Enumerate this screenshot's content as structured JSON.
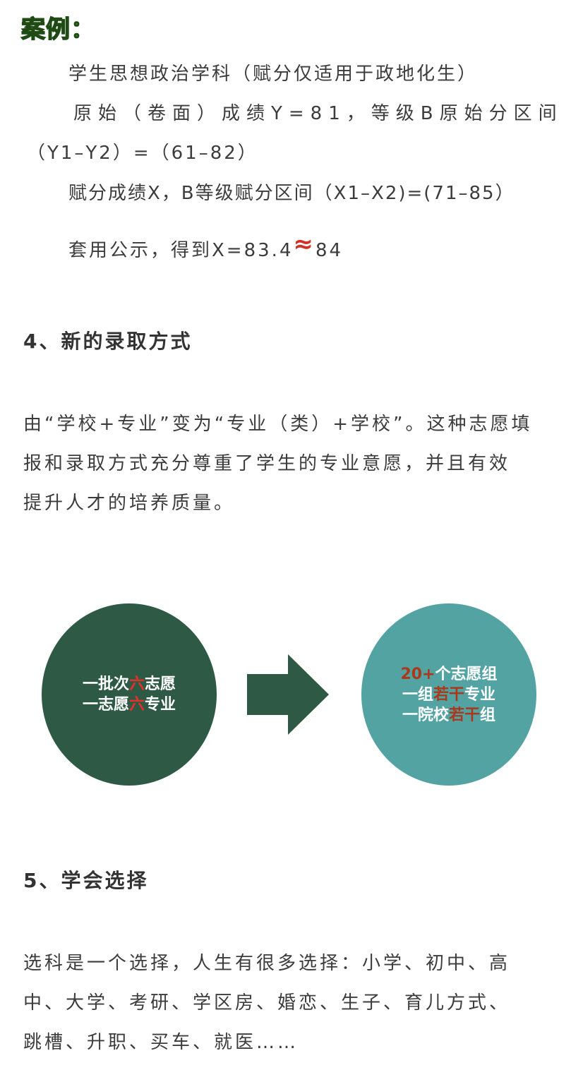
{
  "case": {
    "title": "案例："
  },
  "example": {
    "line1": "学生思想政治学科（赋分仅适用于政地化生）",
    "line2": "原始（卷面）成绩Y=81，等级B原始分区间",
    "line3": "（Y1–Y2）=（61–82）",
    "line4": "赋分成绩X，B等级赋分区间（X1–X2)=(71–85）",
    "line5_prefix": "套用公示，得到X=83.4",
    "approx_symbol": "≈",
    "line5_suffix": "84"
  },
  "section4": {
    "heading": "4、新的录取方式",
    "para_line1": "由“学校+专业”变为“专业（类）+学校”。这种志愿填",
    "para_line2": "报和录取方式充分尊重了学生的专业意愿，并且有效",
    "para_line3": "提升人才的培养质量。"
  },
  "diagram": {
    "left": {
      "line1_a": "一批次",
      "line1_hl": "六",
      "line1_b": "志愿",
      "line2_a": "一志愿",
      "line2_hl": "六",
      "line2_b": "专业"
    },
    "right": {
      "line1_hl": "20+",
      "line1_b": "个志愿组",
      "line2_a": "一组",
      "line2_hl": "若干",
      "line2_b": "专业",
      "line3_a": "一院校",
      "line3_hl": "若干",
      "line3_b": "组"
    },
    "colors": {
      "left_circle": "#2e5a45",
      "right_circle": "#54a3a3",
      "arrow": "#2e5a45",
      "highlight_left": "#e5302a",
      "highlight_right": "#a8391c"
    }
  },
  "section5": {
    "heading": "5、学会选择",
    "para_line1": "选科是一个选择，人生有很多选择：小学、初中、高",
    "para_line2": "中、大学、考研、学区房、婚恋、生子、育儿方式、",
    "para_line3": "跳槽、升职、买车、就医……"
  }
}
